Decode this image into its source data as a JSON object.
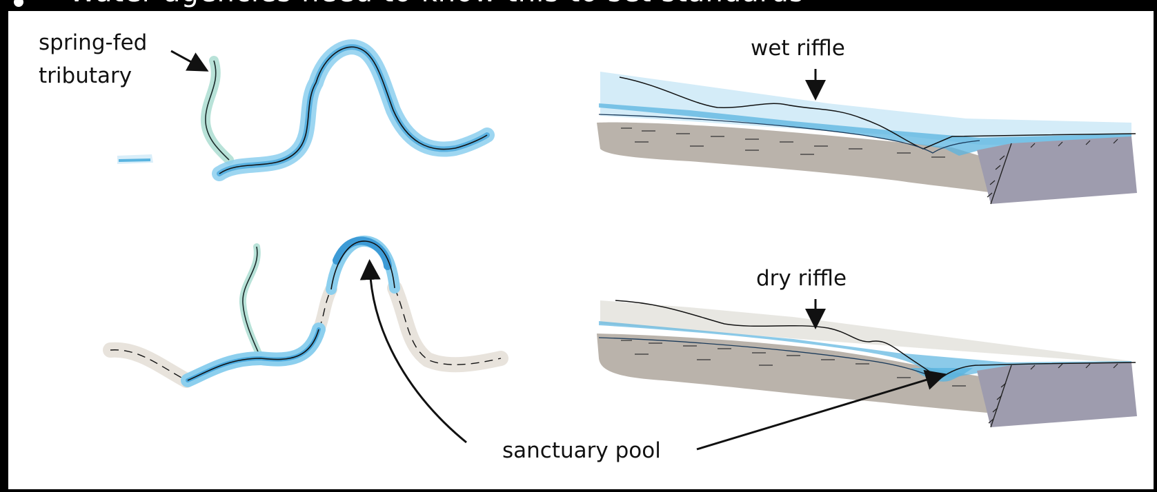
{
  "header": {
    "text": "Water agencies need to know this to set standards"
  },
  "labels": {
    "spring_fed": "spring-fed",
    "tributary": "tributary",
    "wet_riffle": "wet riffle",
    "dry_riffle": "dry riffle",
    "sanctuary_pool": "sanctuary pool"
  },
  "colors": {
    "water": "#5ab4e0",
    "water_light": "#a9dcf2",
    "sediment": "#b3aba2",
    "bedrock": "#9e9cae",
    "dry_channel": "#e8e3dc",
    "tributary": "#b8e2d8",
    "ink": "#111111"
  }
}
